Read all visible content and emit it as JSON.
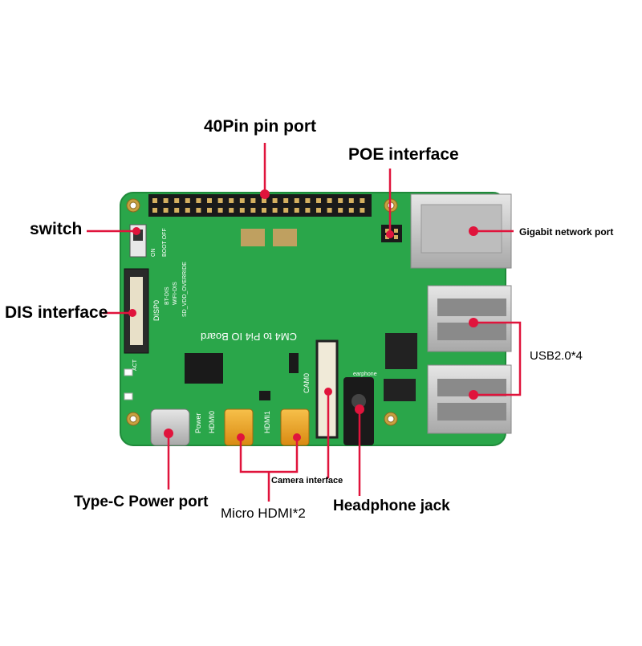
{
  "labels": {
    "pin40": "40Pin pin port",
    "poe": "POE interface",
    "switch": "switch",
    "dis": "DIS interface",
    "gigabit": "Gigabit network port",
    "usb": "USB2.0*4",
    "typec": "Type-C Power port",
    "hdmi": "Micro HDMI*2",
    "camera": "Camera interface",
    "headphone": "Headphone jack"
  },
  "silkscreen": {
    "board_name": "CM4 to Pi4 IO Board",
    "disp": "DISP0",
    "cam": "CAM0",
    "hdmi0": "HDMI0",
    "hdmi1": "HDMI1",
    "power": "Power",
    "earphone": "earphone",
    "act": "ACT",
    "boot": "BOOT OFF",
    "on": "ON",
    "bt": "BT-DIS",
    "wifi": "WIFI-DIS",
    "sdvdd": "SD_VDD_OVERRIDE"
  },
  "colors": {
    "pcb": "#2aa64a",
    "pcb_dark": "#1f8a3a",
    "leader": "#e0143c",
    "port_metal": "#c9c9c9",
    "hdmi_gold": "#e8a21a"
  }
}
